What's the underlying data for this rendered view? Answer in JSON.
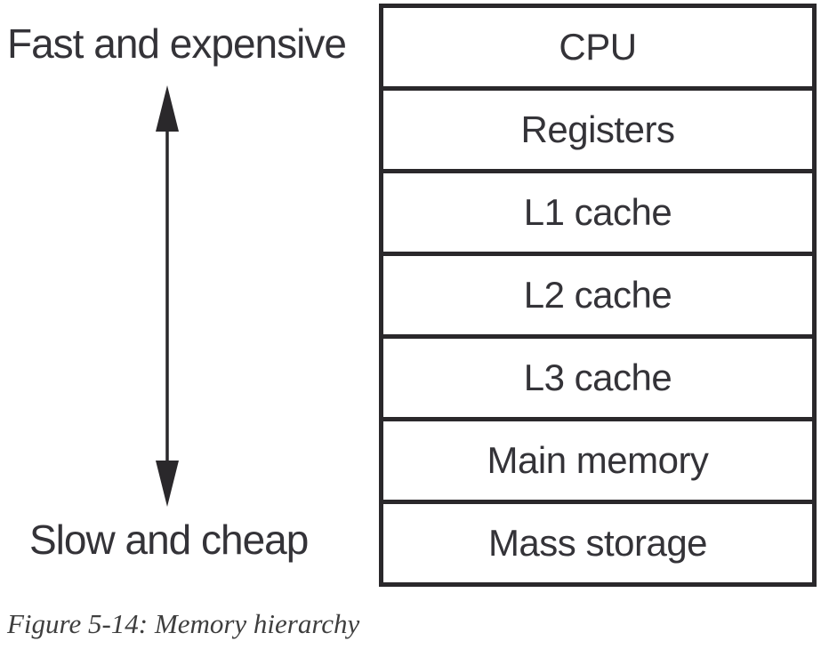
{
  "figure": {
    "fast_label": "Fast and expensive",
    "slow_label": "Slow and cheap",
    "boxes": [
      {
        "label": "CPU"
      },
      {
        "label": "Registers"
      },
      {
        "label": "L1 cache"
      },
      {
        "label": "L2 cache"
      },
      {
        "label": "L3 cache"
      },
      {
        "label": "Main memory"
      },
      {
        "label": "Mass storage"
      }
    ],
    "arrow": "double-headed-vertical-arrow",
    "caption": "Figure 5-14: Memory hierarchy"
  },
  "colors": {
    "ink": "#2a282b",
    "box_text": "#343338",
    "side_text": "#343338",
    "caption_text": "#3e3e3e",
    "background": "#ffffff"
  }
}
